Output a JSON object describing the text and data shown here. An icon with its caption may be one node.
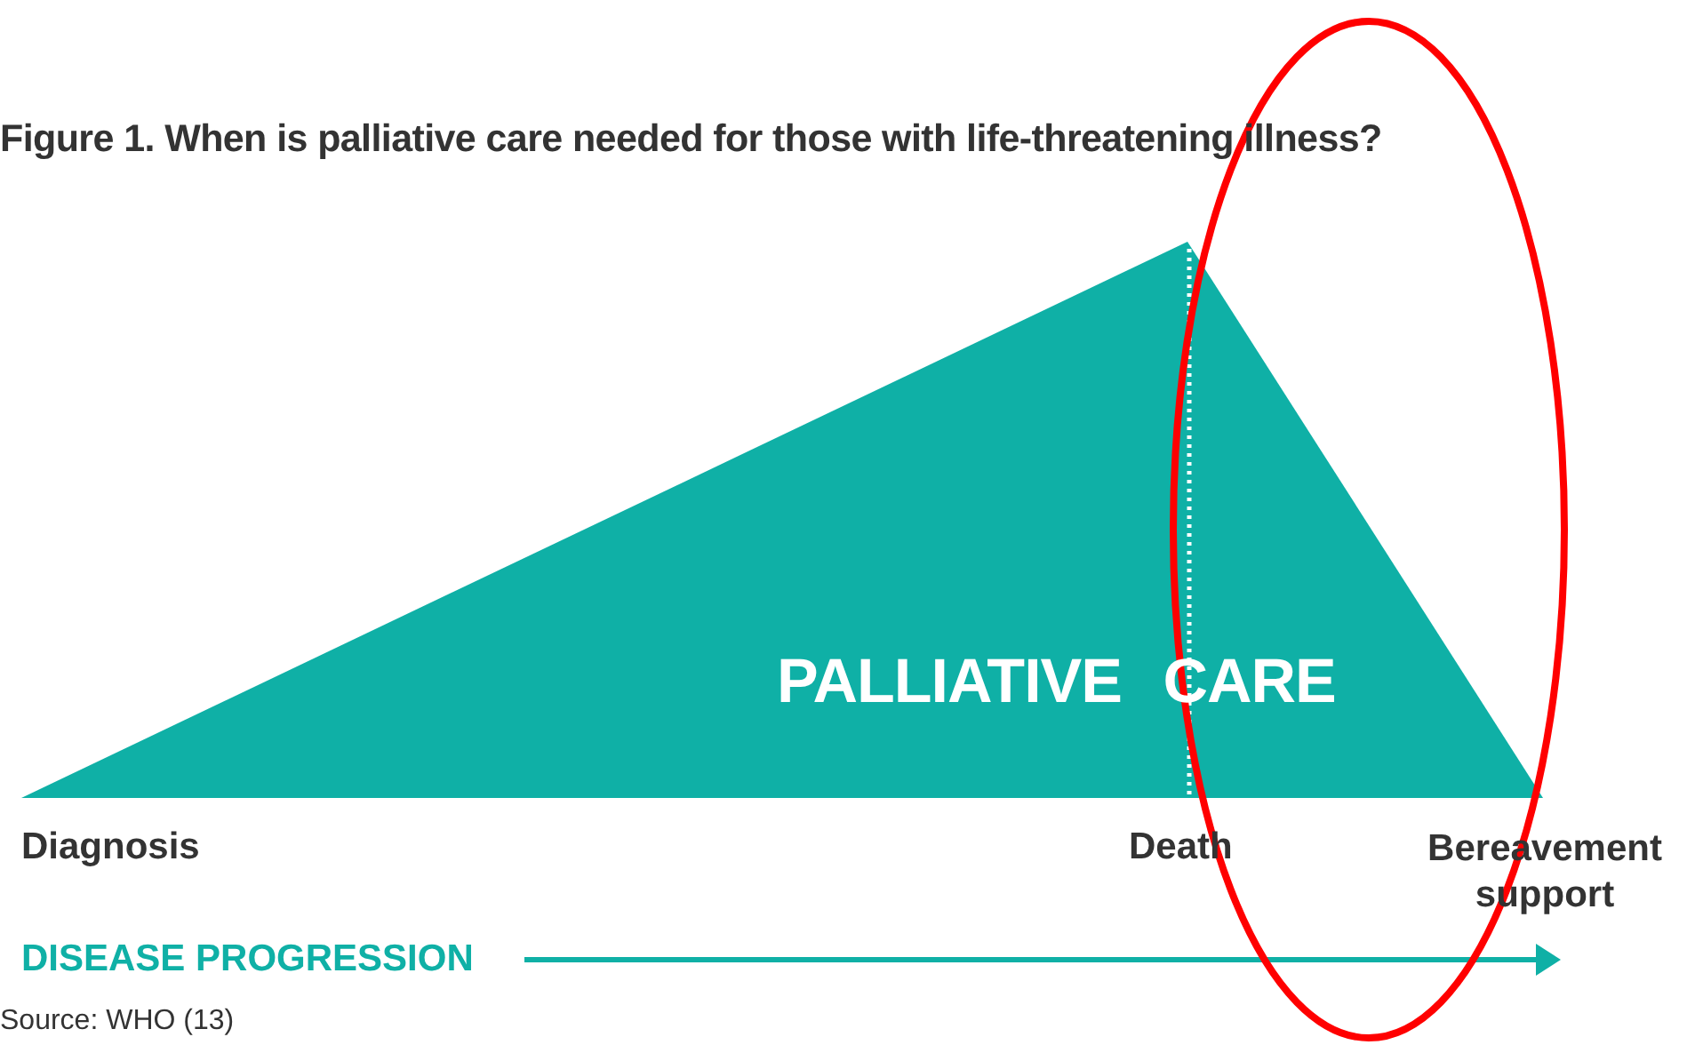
{
  "diagram": {
    "title": "Figure 1. When is palliative care needed for those with life-threatening illness?",
    "nodes": [
      {
        "text": [
          "PALLIATIVE CARE"
        ]
      }
    ],
    "labels": [
      "Diagnosis",
      "Death",
      "Bereavement support",
      "DISEASE PROGRESSION",
      "Source: WHO (13)"
    ]
  }
}
